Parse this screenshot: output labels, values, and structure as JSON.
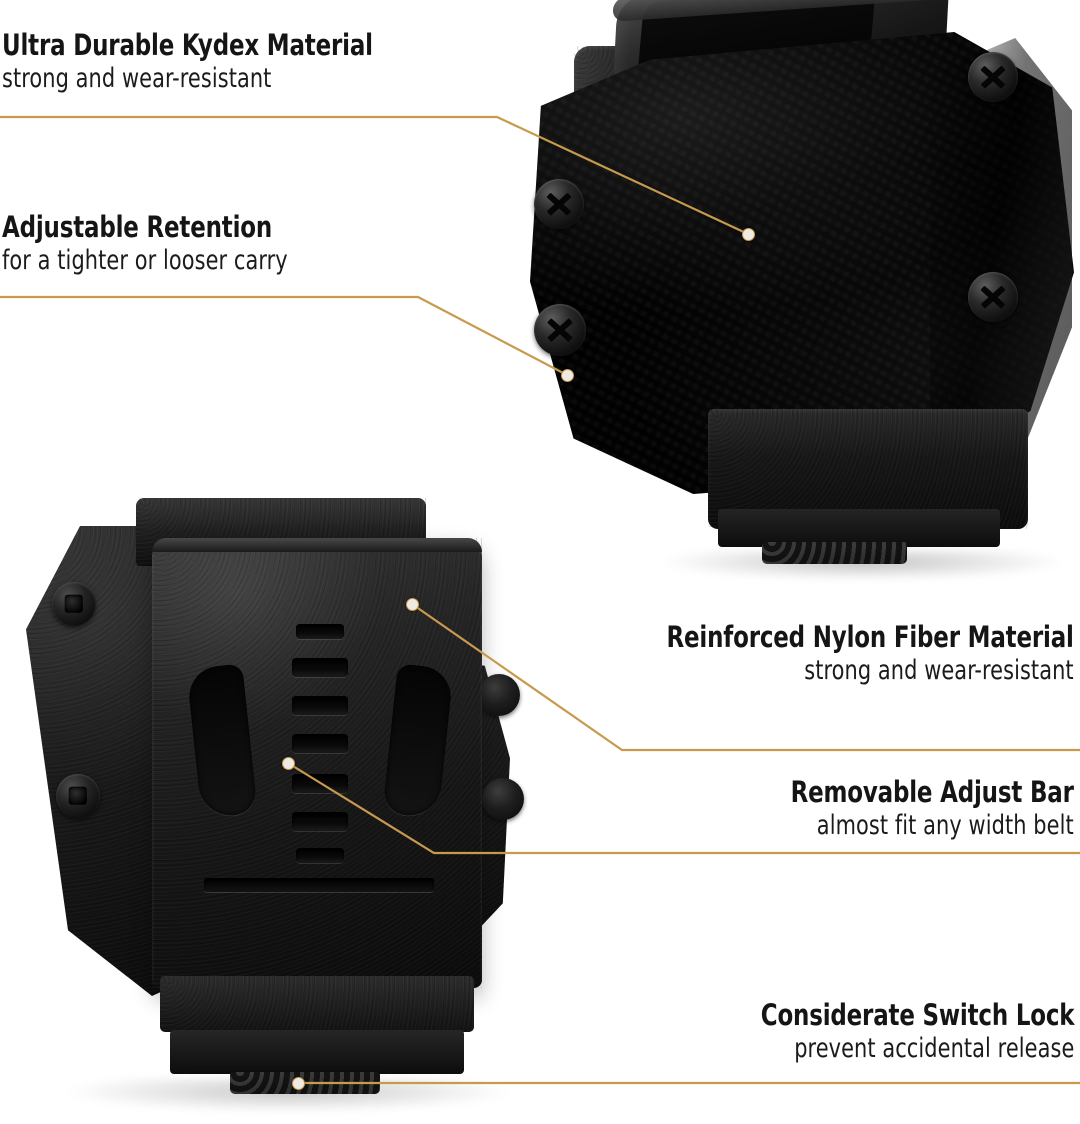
{
  "page": {
    "type": "product-feature-infographic",
    "background_color": "#ffffff",
    "accent_color": "#c79a4e",
    "text_color": "#151515",
    "marker_fill_color": "#efeae2"
  },
  "callouts": [
    {
      "id": "kydex-material",
      "title": "Ultra Durable Kydex Material",
      "subtitle": "strong and wear-resistant",
      "align": "left",
      "marker_label": "carbon-fiber-shell"
    },
    {
      "id": "adjustable-retention",
      "title": "Adjustable Retention",
      "subtitle": "for a tighter or looser carry",
      "align": "left",
      "marker_label": "retention-screw"
    },
    {
      "id": "nylon-fiber-material",
      "title": "Reinforced Nylon Fiber Material",
      "subtitle": "strong and wear-resistant",
      "align": "right",
      "marker_label": "nylon-clip-body"
    },
    {
      "id": "removable-adjust-bar",
      "title": "Removable Adjust Bar",
      "subtitle": "almost fit any width belt",
      "align": "right",
      "marker_label": "adjust-bar-slot"
    },
    {
      "id": "considerate-switch-lock",
      "title": "Considerate Switch Lock",
      "subtitle": "prevent accidental release",
      "align": "right",
      "marker_label": "switch-lock-tab"
    }
  ],
  "products": [
    {
      "id": "carbon-fiber-holster",
      "name": "Kydex magazine holster, carbon fiber finish",
      "screw_count": 4,
      "position": "top-right"
    },
    {
      "id": "nylon-belt-clip",
      "name": "Reinforced nylon fiber belt clip with removable adjust bar",
      "adjust_slot_count": 7,
      "screw_count": 2,
      "position": "bottom-left"
    }
  ]
}
